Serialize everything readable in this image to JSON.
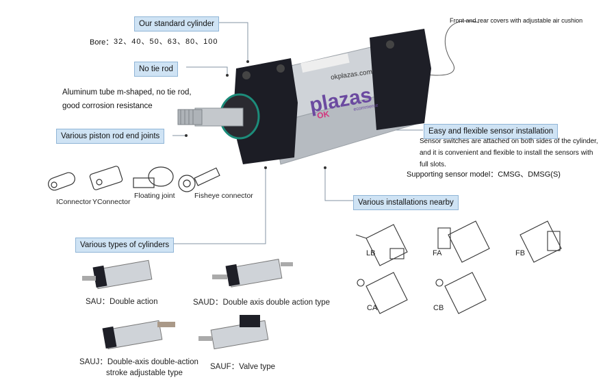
{
  "callouts": {
    "standard_cylinder": "Our standard cylinder",
    "bore_label": "Bore：",
    "bore_values": "32、40、50、63、80、100",
    "no_tie_rod": "No tie rod",
    "tube_desc_1": "Aluminum tube m-shaped, no tie rod,",
    "tube_desc_2": "good corrosion resistance",
    "piston_joints": "Various piston rod end joints",
    "covers": "Front and rear covers with adjustable air cushion",
    "sensor_install": "Easy and flexible sensor installation",
    "sensor_desc_1": "Sensor switches are attached on both sides of the cylinder,",
    "sensor_desc_2": "and it is convenient and flexible to install the sensors with",
    "sensor_desc_3": "full slots.",
    "sensor_model": "Supporting sensor model：CMSG、DMSG(S)",
    "installations": "Various installations nearby",
    "cylinder_types": "Various types of cylinders"
  },
  "watermark": {
    "site": "okplazas.com",
    "brand": "plazas",
    "ok": "OK",
    "ecommerce": "ecommerce"
  },
  "joints": [
    "IConnector",
    "YConnector",
    "Floating joint",
    "Fisheye connector"
  ],
  "mounts": [
    "LB",
    "FA",
    "FB",
    "CA",
    "CB"
  ],
  "types": {
    "sau": "SAU：Double action",
    "saud": "SAUD：Double axis double action type",
    "sauj_1": "SAUJ：Double-axis double-action",
    "sauj_2": "stroke adjustable type",
    "sauf": "SAUF：Valve type"
  },
  "colors": {
    "label_bg": "#cfe3f4",
    "line": "#7f8fa0",
    "cylinder_dark": "#1c1c24",
    "tube": "#c9cdd2"
  }
}
